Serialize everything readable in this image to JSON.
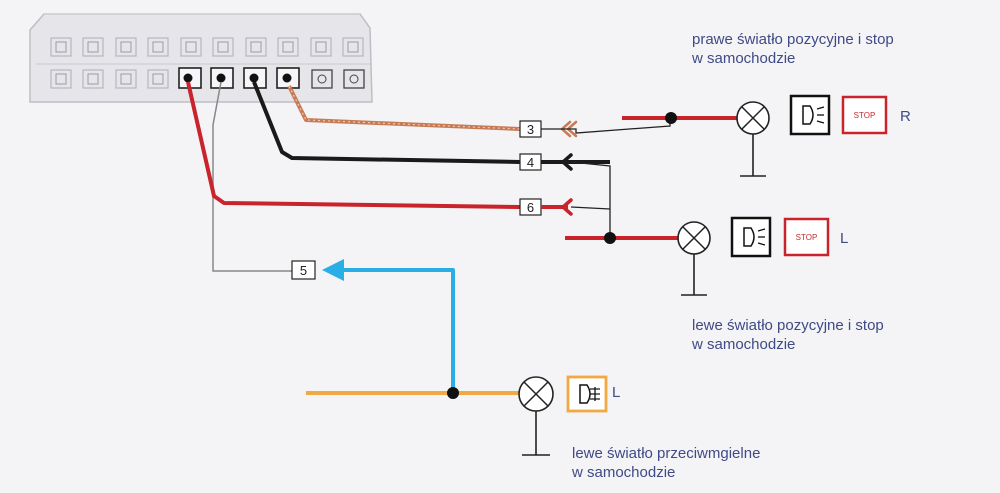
{
  "pins": {
    "p3": "3",
    "p4": "4",
    "p6": "6",
    "p5": "5"
  },
  "labels": {
    "right_pos_stop": [
      "prawe światło pozycyjne i stop",
      "w samochodzie"
    ],
    "left_pos_stop": [
      "lewe światło pozycyjne i stop",
      "w samochodzie"
    ],
    "left_fog": [
      "lewe światło przeciwmgielne",
      "w samochodzie"
    ]
  },
  "sides": {
    "right": "R",
    "left_stop": "L",
    "left_fog": "L"
  },
  "stop_text": "STOP",
  "icons": {
    "lamp": "lamp-cross-icon",
    "position_light": "position-light-icon",
    "stop_light": "stop-light-icon",
    "fog_light": "rear-fog-light-icon",
    "ground": "ground-symbol-icon",
    "arrow": "arrow-head-icon"
  },
  "colors": {
    "wire_red": "#c9232c",
    "wire_black": "#1a1a1a",
    "wire_brown": "#c77b55",
    "wire_blue": "#29aee5",
    "wire_orange": "#f1a944",
    "wire_gray": "#888888",
    "label_text": "#3f4a86"
  }
}
